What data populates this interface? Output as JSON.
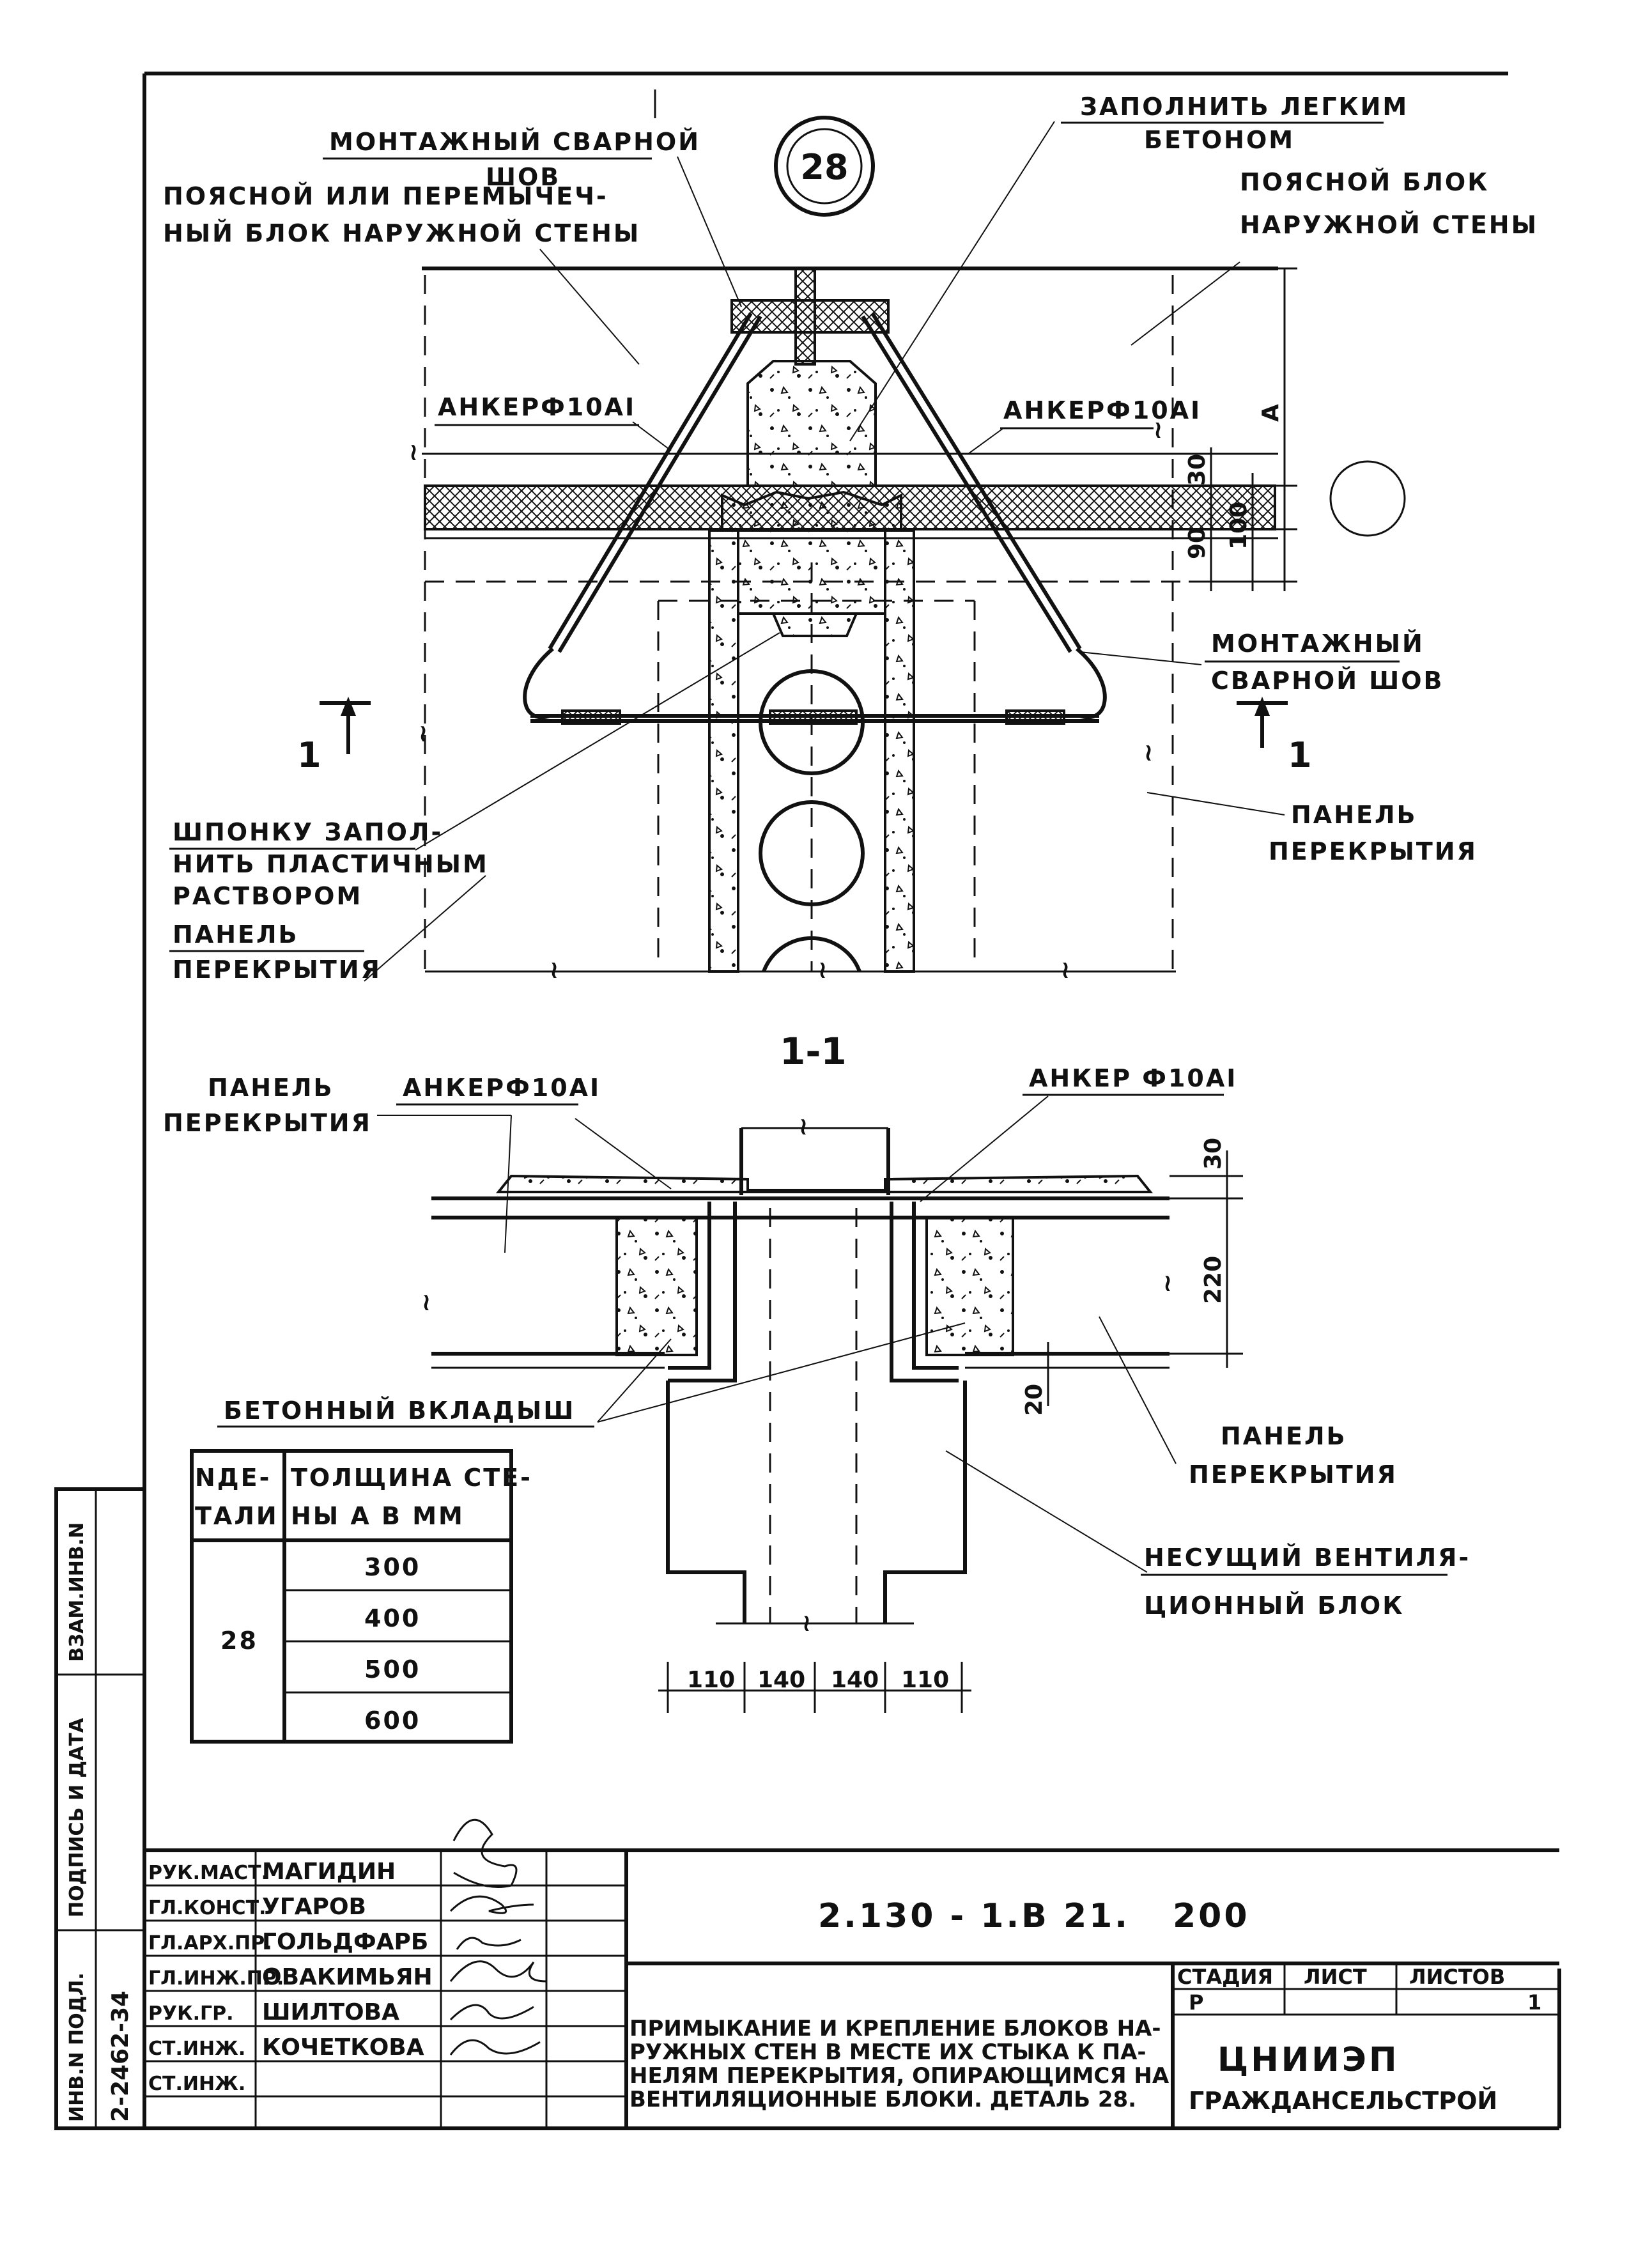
{
  "detail_number": "28",
  "section_label": "1-1",
  "section_mark": "1",
  "break_mark": "≀",
  "plan_labels": {
    "weld_top": [
      "МОНТАЖНЫЙ СВАРНОЙ",
      "ШОВ"
    ],
    "fill_concrete": [
      "ЗАПОЛНИТЬ ЛЕГКИМ",
      "БЕТОНОМ"
    ],
    "belt_block_left": [
      "ПОЯСНОЙ ИЛИ ПЕРЕМЫЧЕЧ-",
      "НЫЙ БЛОК НАРУЖНОЙ СТЕНЫ"
    ],
    "belt_block_right": [
      "ПОЯСНОЙ БЛОК",
      "НАРУЖНОЙ СТЕНЫ"
    ],
    "anchor_left": "АНКЕРФ10АI",
    "anchor_right": "АНКЕРФ10АI",
    "weld_right": [
      "МОНТАЖНЫЙ",
      "СВАРНОЙ ШОВ"
    ],
    "key_fill": [
      "ШПОНКУ ЗАПОЛ-",
      "НИТЬ ПЛАСТИЧНЫМ",
      "РАСТВОРОМ"
    ],
    "panel_left": [
      "ПАНЕЛЬ",
      "ПЕРЕКРЫТИЯ"
    ],
    "panel_right": [
      "ПАНЕЛЬ",
      "ПЕРЕКРЫТИЯ"
    ]
  },
  "plan_dims": {
    "A": "А",
    "d30": "30",
    "d100": "100",
    "d90": "90"
  },
  "section_labels": {
    "panel_left": [
      "ПАНЕЛЬ",
      "ПЕРЕКРЫТИЯ"
    ],
    "anchor_left": "АНКЕРФ10АI",
    "anchor_right": "АНКЕР Ф10АI",
    "insert": "БЕТОННЫЙ ВКЛАДЫШ",
    "panel_right": [
      "ПАНЕЛЬ",
      "ПЕРЕКРЫТИЯ"
    ],
    "vent_block": [
      "НЕСУЩИЙ ВЕНТИЛЯ-",
      "ЦИОННЫЙ БЛОК"
    ]
  },
  "section_dims": {
    "d30": "30",
    "d220": "220",
    "d20": "20",
    "bottom": [
      "110",
      "140",
      "140",
      "110"
    ]
  },
  "table": {
    "head1": [
      "NДЕ-",
      "ТАЛИ"
    ],
    "head2": [
      "ТОЛЩИНА СТЕ-",
      "НЫ А В ММ"
    ],
    "detail": "28",
    "thickness": [
      "300",
      "400",
      "500",
      "600"
    ]
  },
  "side_stamp": {
    "inv_podl": "ИНВ.N ПОДЛ.",
    "inv_value": "2-2462-34",
    "podpis": "ПОДПИСЬ И ДАТА",
    "vzam": "ВЗАМ.ИНВ.N"
  },
  "title_block": {
    "roles": [
      "РУК.МАСТ.",
      "ГЛ.КОНСТ.",
      "ГЛ.АРХ.ПР.",
      "ГЛ.ИНЖ.ПР.",
      "РУК.ГР.",
      "СТ.ИНЖ.",
      "СТ.ИНЖ."
    ],
    "names": [
      "МАГИДИН",
      "УГАРОВ",
      "ГОЛЬДФАРБ",
      "ОВАКИМЬЯН",
      "ШИЛТОВА",
      "КОЧЕТКОВА",
      ""
    ],
    "code": "2.130 - 1.В 21.",
    "code_number": "200",
    "description": [
      "ПРИМЫКАНИЕ И КРЕПЛЕНИЕ БЛОКОВ НА-",
      "РУЖНЫХ СТЕН В МЕСТЕ ИХ СТЫКА К ПА-",
      "НЕЛЯМ ПЕРЕКРЫТИЯ, ОПИРАЮЩИМСЯ НА",
      "ВЕНТИЛЯЦИОННЫЕ БЛОКИ. ДЕТАЛЬ 28."
    ],
    "stage_h": "СТАДИЯ",
    "sheet_h": "ЛИСТ",
    "sheets_h": "ЛИСТОВ",
    "stage": "Р",
    "sheet": "",
    "sheets": "1",
    "org": "ЦНИИЭП",
    "org_sub": "ГРАЖДАНСЕЛЬСТРОЙ"
  }
}
